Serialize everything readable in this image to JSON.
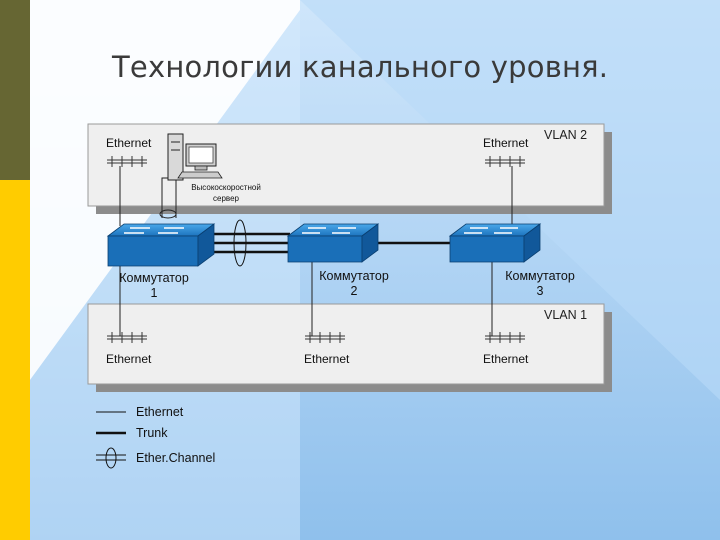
{
  "slide": {
    "title": "Технологии канального уровня."
  },
  "vlan_top": {
    "label": "VLAN 2",
    "ports": [
      "Ethernet",
      "Ethernet"
    ]
  },
  "server": {
    "label_line1": "Высокоскоростной",
    "label_line2": "сервер"
  },
  "switches": [
    {
      "name": "Коммутатор",
      "number": "1"
    },
    {
      "name": "Коммутатор",
      "number": "2"
    },
    {
      "name": "Коммутатор",
      "number": "3"
    }
  ],
  "vlan_bottom": {
    "label": "VLAN 1",
    "ports": [
      "Ethernet",
      "Ethernet",
      "Ethernet"
    ]
  },
  "legend": {
    "items": [
      "Ethernet",
      "Trunk",
      "Ether.Channel"
    ]
  },
  "colors": {
    "side_bar_olive": "#666633",
    "side_bar_yellow": "#ffcc00",
    "switch_blue": "#1b78c2",
    "background": "#9cc8ee"
  }
}
